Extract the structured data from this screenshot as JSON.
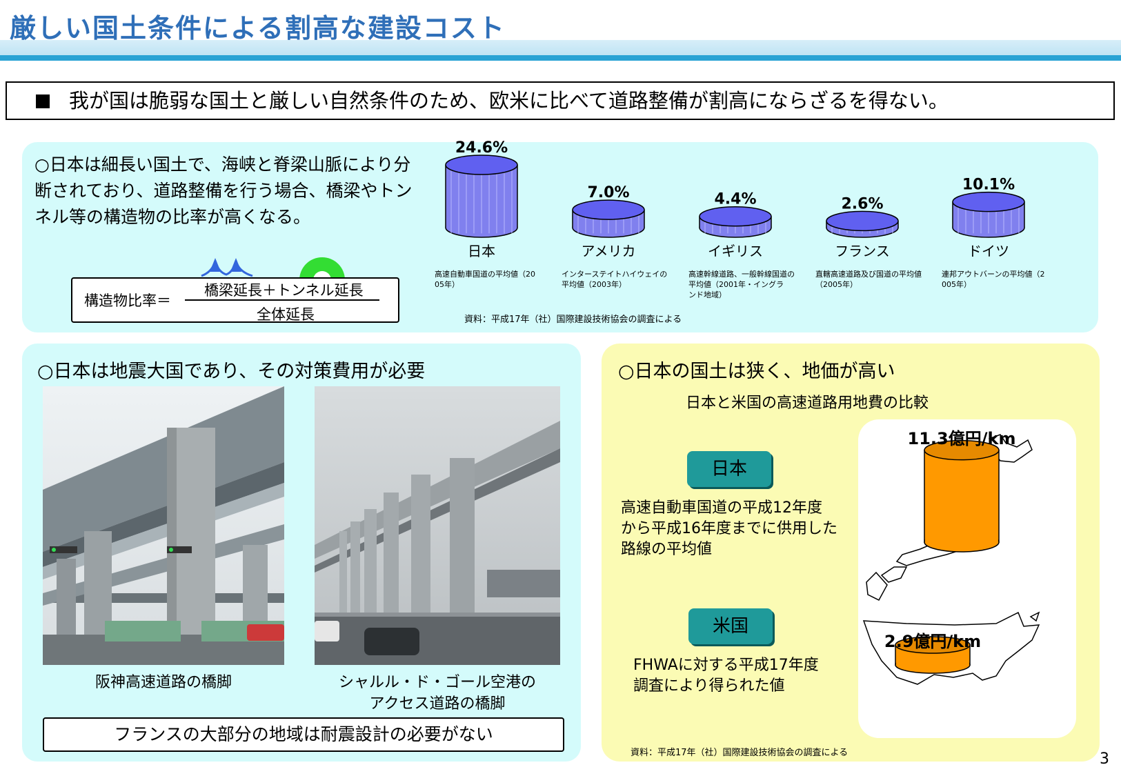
{
  "title": "厳しい国土条件による割高な建設コスト",
  "summary": "我が国は脆弱な国土と厳しい自然条件のため、欧米に比べて道路整備が割高にならざるを得ない。",
  "top_panel": {
    "text": "○日本は細長い国土で、海峡と脊梁山脈により分断されており、道路整備を行う場合、橋梁やトンネル等の構造物の比率が高くなる。",
    "formula": {
      "lhs": "構造物比率＝",
      "numerator": "橋梁延長＋トンネル延長",
      "denominator": "全体延長"
    },
    "source": "資料：平成17年（社）国際建設技術協会の調査による"
  },
  "chart_data": {
    "type": "bar",
    "title": "",
    "categories": [
      "日本",
      "アメリカ",
      "イギリス",
      "フランス",
      "ドイツ"
    ],
    "values": [
      24.6,
      7.0,
      4.4,
      2.6,
      10.1
    ],
    "value_labels": [
      "24.6%",
      "7.0%",
      "4.4%",
      "2.6%",
      "10.1%"
    ],
    "notes": [
      "高速自動車国道の平均値（2005年）",
      "インターステイトハイウェイの平均値（2003年）",
      "高速幹線道路、一般幹線国道の平均値（2001年・イングランド地域）",
      "直轄高速道路及び国道の平均値（2005年）",
      "連邦アウトバーンの平均値（2005年）"
    ],
    "unit": "%",
    "color": "#8080ee",
    "color_top": "#6060f0"
  },
  "quake_panel": {
    "heading": "○日本は地震大国であり、その対策費用が必要",
    "caption1": "阪神高速道路の橋脚",
    "caption2_line1": "シャルル・ド・ゴール空港の",
    "caption2_line2": "アクセス道路の橋脚",
    "france_note": "フランスの大部分の地域は耐震設計の必要がない"
  },
  "land_panel": {
    "heading": "○日本の国土は狭く、地価が高い",
    "subtitle": "日本と米国の高速道路用地費の比較",
    "japan_tag": "日本",
    "japan_desc_line1": "高速自動車国道の平成12年度",
    "japan_desc_line2": "から平成16年度までに供用した",
    "japan_desc_line3": "路線の平均値",
    "japan_value": "11.3億円/km",
    "us_tag": "米国",
    "us_desc_line1": "FHWAに対する平成17年度",
    "us_desc_line2": "調査により得られた値",
    "us_value": "2.9億円/km",
    "cylinder_color": "#ff9900",
    "source": "資料：平成17年（社）国際建設技術協会の調査による"
  },
  "land_chart": {
    "categories": [
      "日本",
      "米国"
    ],
    "values": [
      11.3,
      2.9
    ],
    "unit": "億円/km"
  },
  "page_number": "3"
}
